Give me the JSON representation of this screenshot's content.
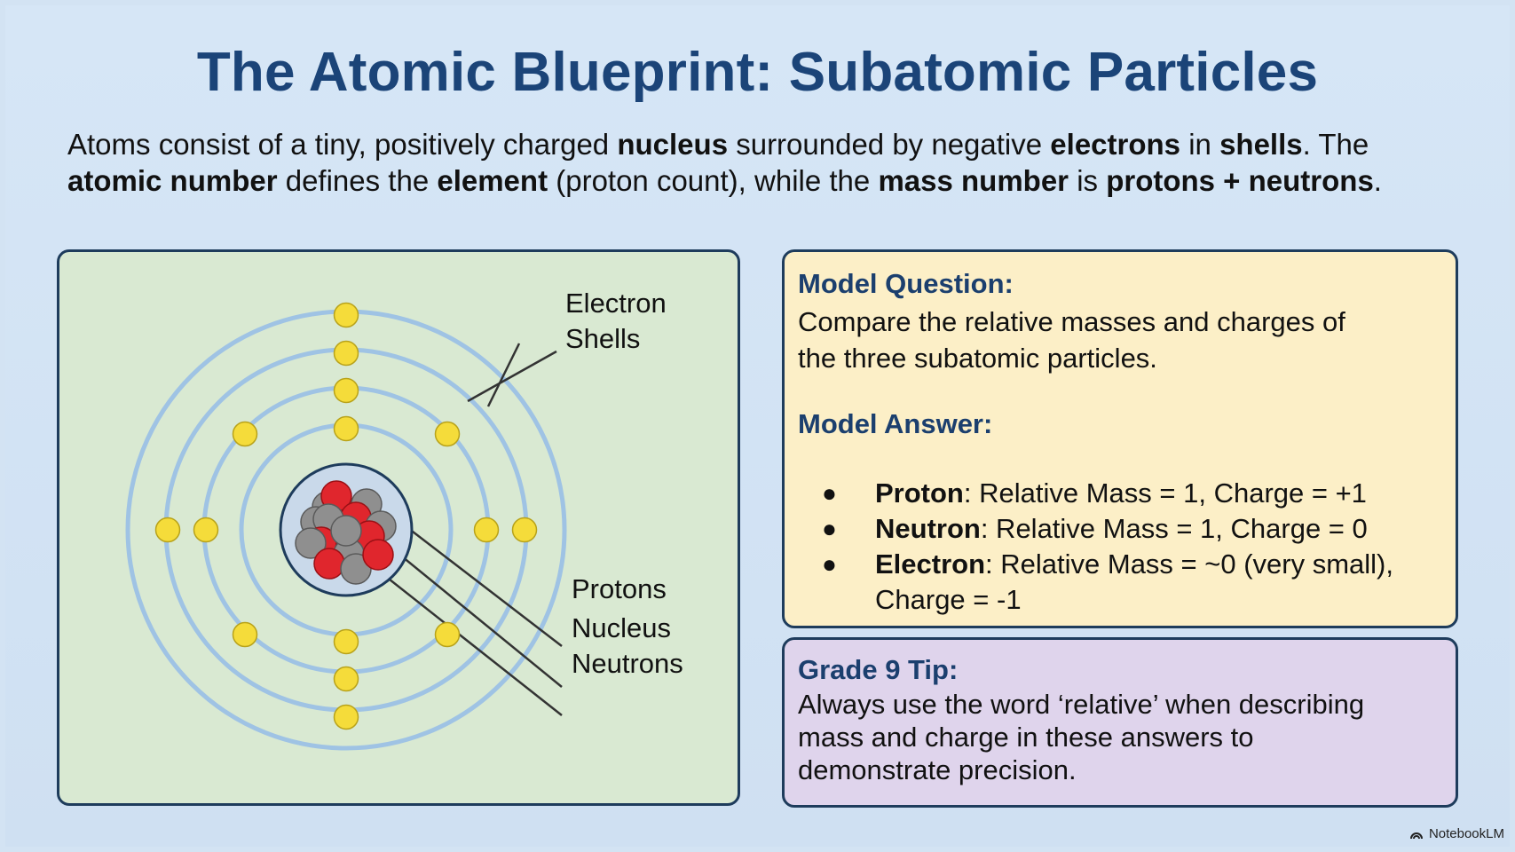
{
  "title": "The Atomic Blueprint: Subatomic Particles",
  "intro": {
    "parts": [
      {
        "t": "Atoms consist of a tiny, positively charged ",
        "b": false
      },
      {
        "t": "nucleus",
        "b": true
      },
      {
        "t": " surrounded by negative ",
        "b": false
      },
      {
        "t": "electrons",
        "b": true
      },
      {
        "t": " in ",
        "b": false
      },
      {
        "t": "shells",
        "b": true
      },
      {
        "t": ". The ",
        "b": false
      },
      {
        "t": "atomic number",
        "b": true
      },
      {
        "t": " defines the ",
        "b": false
      },
      {
        "t": "element",
        "b": true
      },
      {
        "t": " (proton count), while the ",
        "b": false
      },
      {
        "t": "mass number",
        "b": true
      },
      {
        "t": " is ",
        "b": false
      },
      {
        "t": "protons + neutrons",
        "b": true
      },
      {
        "t": ".",
        "b": false
      }
    ]
  },
  "diagram": {
    "label_shells_1": "Electron",
    "label_shells_2": "Shells",
    "label_protons": "Protons",
    "label_nucleus": "Nucleus",
    "label_neutrons": "Neutrons",
    "colors": {
      "shell": "#9fc3e4",
      "electron": "#f5dc3a",
      "proton": "#e0262d",
      "neutron": "#8f8f8f",
      "leader": "#333333"
    }
  },
  "answer_panel": {
    "question_heading": "Model Question:",
    "question_text_1": "Compare the relative masses and charges of",
    "question_text_2": "the three subatomic particles.",
    "answer_heading": "Model Answer:",
    "items": [
      {
        "name": "Proton",
        "text": ": Relative Mass = 1, Charge = +1",
        "cont": ""
      },
      {
        "name": "Neutron",
        "text": ": Relative Mass = 1, Charge = 0",
        "cont": ""
      },
      {
        "name": "Electron",
        "text": ": Relative Mass = ~0 (very small),",
        "cont": "Charge = -1"
      }
    ],
    "bullet": "●"
  },
  "tip_panel": {
    "heading": "Grade 9 Tip:",
    "line_1": "Always use the word ‘relative’ when describing",
    "line_2": "mass and charge in these answers to",
    "line_3": "demonstrate precision."
  },
  "brand": {
    "name": "NotebookLM",
    "icon": "notebooklm-logo-icon"
  }
}
